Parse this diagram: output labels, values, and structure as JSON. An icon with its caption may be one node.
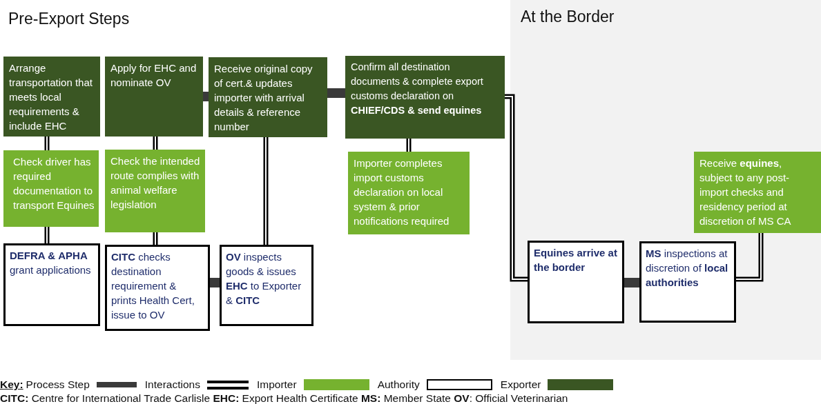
{
  "diagram": {
    "nodes": [
      {
        "text": [
          "At the Border"
        ]
      },
      {
        "text": [
          "Arrange transportation that meets local requirements & include EHC"
        ]
      },
      {
        "text": [
          "Apply for EHC and nominate OV"
        ]
      },
      {
        "text": [
          "Receive original copy of cert.& updates importer with arrival details & reference number"
        ]
      },
      {
        "text": [
          "Confirm all destination documents & complete export customs declaration on **CHIEF/CDS & send equines**"
        ]
      },
      {
        "text": [
          "Check driver has required documentation to transport Equines"
        ]
      },
      {
        "text": [
          "Check the intended route complies with animal welfare legislation"
        ]
      },
      {
        "text": [
          "Importer completes import customs declaration on local system &  prior notifications required"
        ]
      },
      {
        "text": [
          "**DEFRA &** **APHA** grant applications"
        ]
      },
      {
        "text": [
          "**CITC** checks destination requirement & prints Health Cert, issue to OV"
        ]
      },
      {
        "text": [
          "**OV** inspects goods & issues **EHC** to Exporter & **CITC**"
        ]
      },
      {
        "text": [
          "Equines arrive at the border"
        ],
        "in": 0
      },
      {
        "text": [
          "**MS** inspections at discretion of **local authorities**"
        ],
        "in": 0
      },
      {
        "text": [
          "Receive **equines**, subject to any post-import checks and residency period at discretion of MS CA"
        ],
        "in": 0
      }
    ],
    "edges": [
      {
        "from": 2,
        "to": 3,
        "arrow": "none",
        "style": "thick",
        "color": "#3a3a3a"
      },
      {
        "from": 3,
        "to": 4,
        "arrow": "none",
        "style": "thick",
        "color": "#3a3a3a"
      },
      {
        "from": 1,
        "to": 5,
        "arrow": "none"
      },
      {
        "from": 2,
        "to": 6,
        "arrow": "none"
      },
      {
        "from": 3,
        "to": 10,
        "arrow": "none"
      },
      {
        "from": 4,
        "to": 7,
        "arrow": "none"
      },
      {
        "from": 4,
        "to": 11,
        "arrow": "none"
      },
      {
        "from": 5,
        "to": 8,
        "arrow": "none"
      },
      {
        "from": 6,
        "to": 9,
        "arrow": "none"
      },
      {
        "from": 9,
        "to": 10,
        "arrow": "none",
        "style": "thick",
        "color": "#3a3a3a"
      },
      {
        "from": 11,
        "to": 12,
        "arrow": "none",
        "style": "thick",
        "color": "#3a3a3a"
      },
      {
        "from": 12,
        "to": 13,
        "arrow": "none"
      }
    ],
    "labels": [
      "Pre-Export Steps",
      "Key:",
      "**CITC:** Centre for International Trade Carlisle **EHC:** Export Health Certificate **MS:** Member State **OV**: Official Veterinarian"
    ],
    "legend": [
      {
        "text": "Process Step"
      },
      {
        "text": "Interactions"
      },
      {
        "text": "Importer",
        "color": "#76b22f"
      },
      {
        "text": "Authority"
      },
      {
        "text": "Exporter",
        "color": "#3a5623"
      }
    ]
  }
}
